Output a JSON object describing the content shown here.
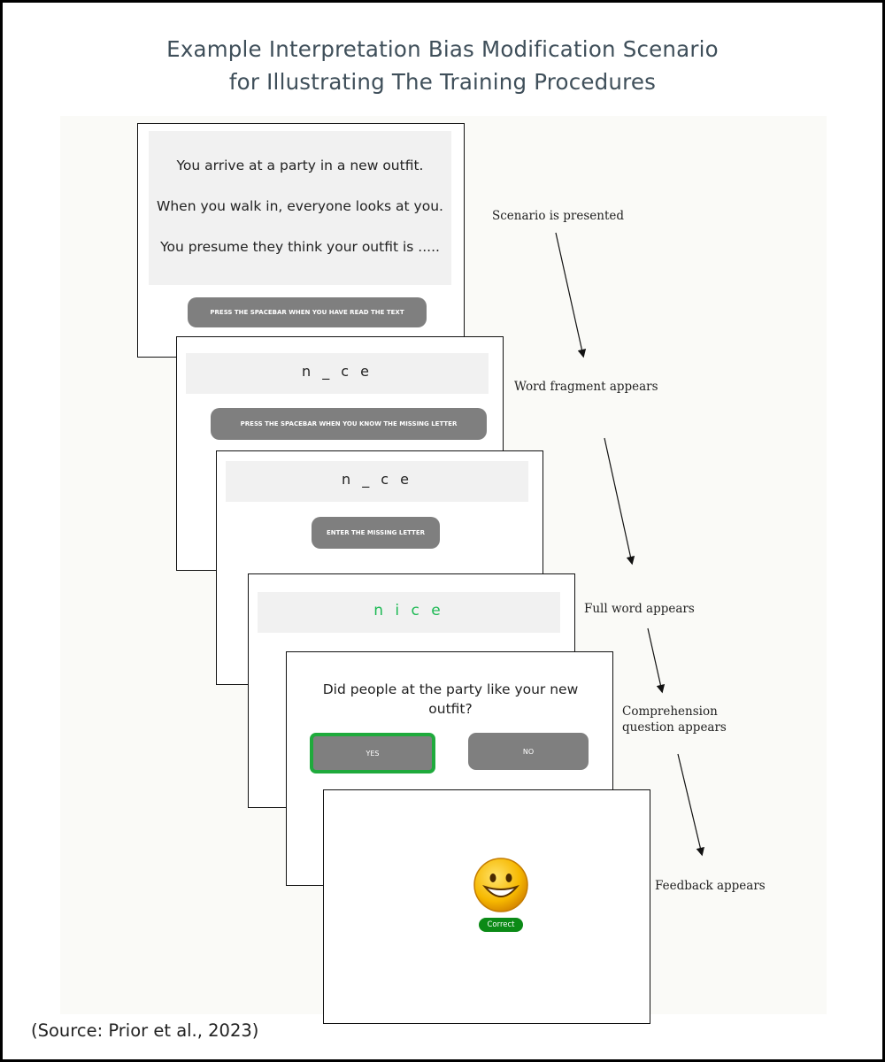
{
  "title": {
    "line1": "Example Interpretation Bias Modification Scenario",
    "line2": "for Illustrating The Training Procedures"
  },
  "card1": {
    "lines": [
      "You arrive at a party in a new outfit.",
      "When you walk in, everyone looks at you.",
      "You presume they think your outfit is ....."
    ],
    "button": "PRESS THE SPACEBAR WHEN YOU HAVE READ THE TEXT"
  },
  "card2": {
    "fragment": "n _ c e",
    "button": "PRESS THE SPACEBAR WHEN YOU KNOW THE MISSING LETTER"
  },
  "card3": {
    "fragment": "n _ c e",
    "button": "ENTER THE MISSING LETTER"
  },
  "card4": {
    "word": "n i c e",
    "word_color": "#1db954"
  },
  "card5": {
    "question": "Did people at the party like your new outfit?",
    "yes": "YES",
    "no": "NO",
    "selected_color": "#1faa3c"
  },
  "card6": {
    "emoji": "😀",
    "badge": "Correct",
    "badge_color": "#0b8a16"
  },
  "steps": {
    "s1": "Scenario is presented",
    "s2": "Word fragment appears",
    "s3": "Full word appears",
    "s4a": "Comprehension",
    "s4b": "question appears",
    "s5": "Feedback appears"
  },
  "source": "(Source: Prior et al., 2023)"
}
